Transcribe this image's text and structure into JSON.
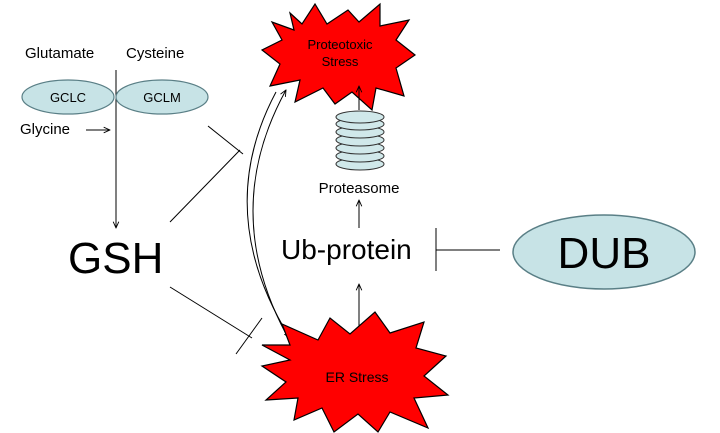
{
  "labels": {
    "glutamate": "Glutamate",
    "cysteine": "Cysteine",
    "gclc": "GCLC",
    "gclm": "GCLM",
    "glycine": "Glycine",
    "gsh": "GSH",
    "proteotoxic_line1": "Proteotoxic",
    "proteotoxic_line2": "Stress",
    "proteasome": "Proteasome",
    "ub_protein": "Ub-protein",
    "dub": "DUB",
    "er_stress": "ER Stress"
  },
  "colors": {
    "ellipse_fill": "#c7e3e6",
    "stress_fill": "#ff0000",
    "proteasome_fill": "#d0e8ea",
    "line": "#000000"
  }
}
